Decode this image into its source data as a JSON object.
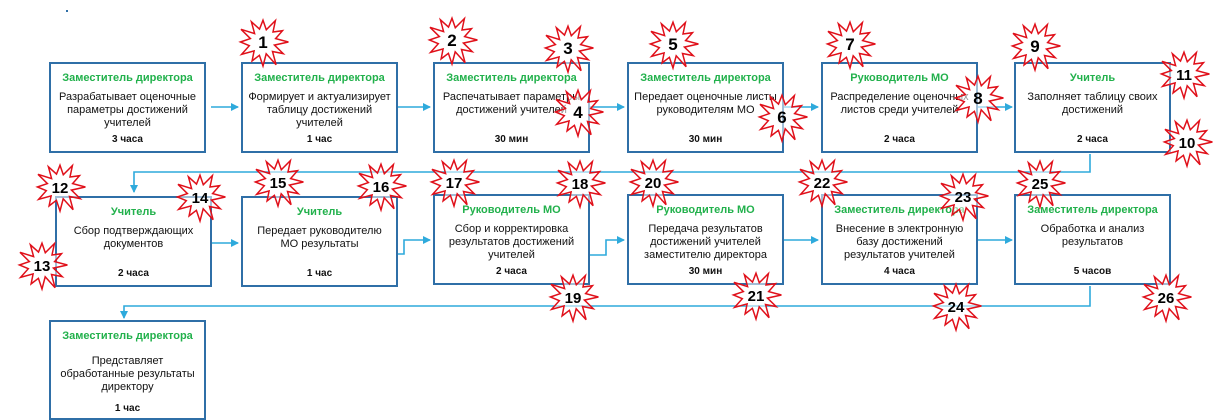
{
  "steps": [
    {
      "role": "Заместитель директора",
      "text": "Разрабатывает оценочные параметры достижений учителей",
      "time": "3 часа"
    },
    {
      "role": "Заместитель директора",
      "text": "Формирует и актуализирует таблицу достижений учителей",
      "time": "1 час"
    },
    {
      "role": "Заместитель директора",
      "text": "Распечатывает параметры достижений учителей",
      "time": "30 мин"
    },
    {
      "role": "Заместитель директора",
      "text": "Передает оценочные листы руководителям МО",
      "time": "30 мин"
    },
    {
      "role": "Руководитель МО",
      "text": "Распределение оценочных листов среди учителей",
      "time": "2 часа"
    },
    {
      "role": "Учитель",
      "text": "Заполняет таблицу своих достижений",
      "time": "2 часа"
    },
    {
      "role": "Учитель",
      "text": "Сбор подтверждающих документов",
      "time": "2 часа"
    },
    {
      "role": "Учитель",
      "text": "Передает руководителю МО результаты",
      "time": "1 час"
    },
    {
      "role": "Руководитель МО",
      "text": "Сбор и корректировка результатов достижений учителей",
      "time": "2 часа"
    },
    {
      "role": "Руководитель МО",
      "text": "Передача результатов достижений учителей заместителю директора",
      "time": "30 мин"
    },
    {
      "role": "Заместитель директора",
      "text": "Внесение в электронную базу  достижений результатов учителей",
      "time": "4 часа"
    },
    {
      "role": "Заместитель директора",
      "text": "Обработка и анализ результатов",
      "time": "5 часов"
    },
    {
      "role": "Заместитель директора",
      "text": "Представляет обработанные результаты директору",
      "time": "1 час"
    }
  ],
  "markers": [
    "1",
    "2",
    "3",
    "4",
    "5",
    "6",
    "7",
    "8",
    "9",
    "10",
    "11",
    "12",
    "13",
    "14",
    "15",
    "16",
    "17",
    "18",
    "19",
    "20",
    "21",
    "22",
    "23",
    "24",
    "25",
    "26"
  ],
  "colors": {
    "border": "#2f6fa7",
    "arrow": "#2eaadc",
    "role": "#22b14c",
    "burst_stroke": "#e0101a"
  }
}
